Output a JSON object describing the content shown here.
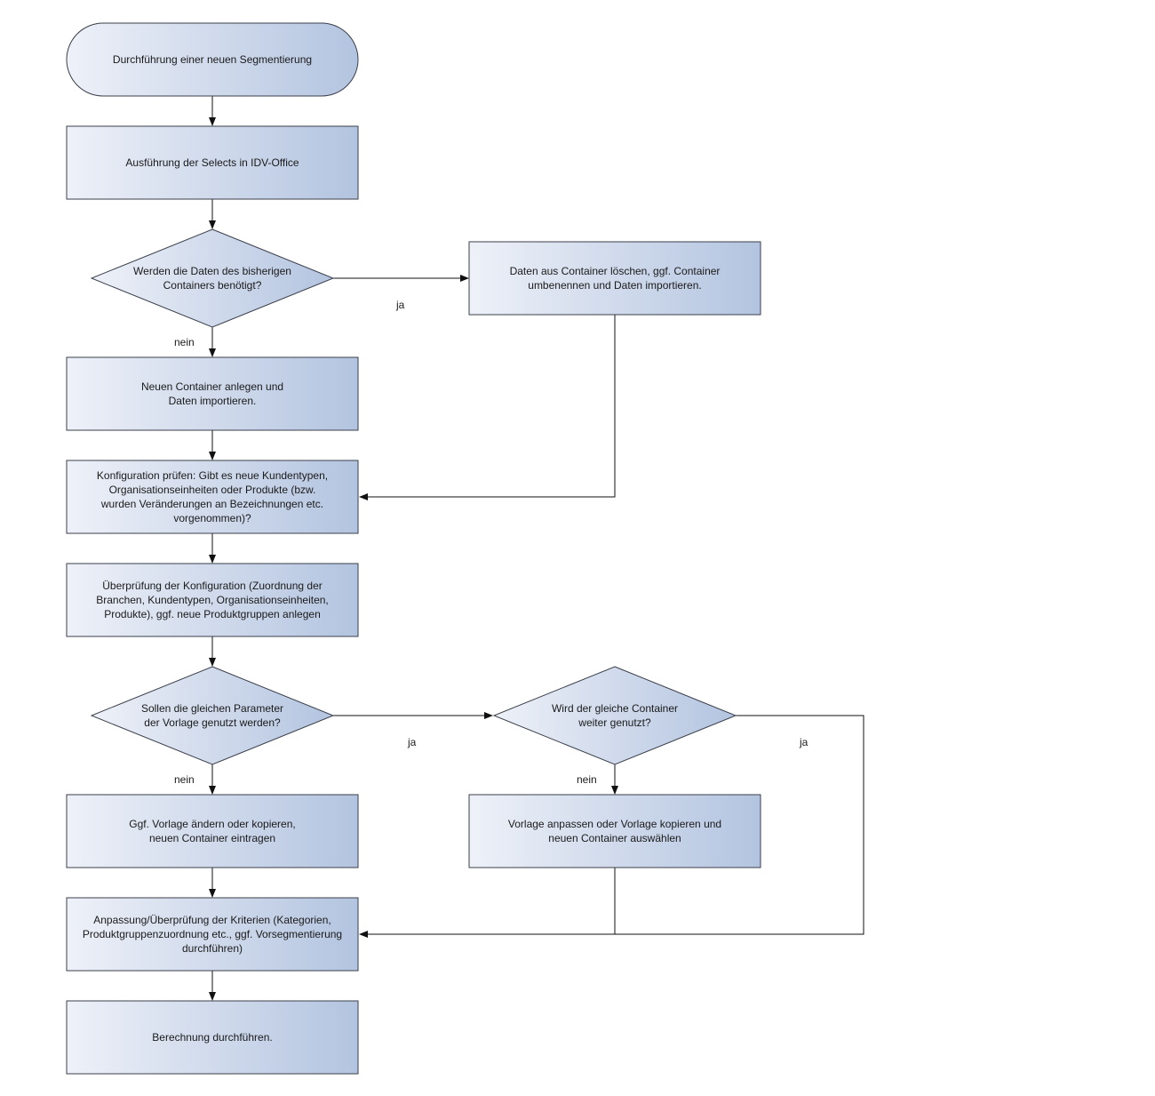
{
  "flowchart": {
    "start": {
      "lines": [
        "Durchführung einer neuen Segmentierung"
      ]
    },
    "selects": {
      "lines": [
        "Ausführung der Selects in IDV-Office"
      ]
    },
    "decision_data_needed": {
      "lines": [
        "Werden die Daten des bisherigen",
        "Containers benötigt?"
      ]
    },
    "delete_data": {
      "lines": [
        "Daten aus Container löschen, ggf. Container",
        "umbenennen und Daten importieren."
      ]
    },
    "new_container": {
      "lines": [
        "Neuen Container anlegen und",
        "Daten importieren."
      ]
    },
    "check_config": {
      "lines": [
        "Konfiguration prüfen: Gibt es neue Kundentypen,",
        "Organisationseinheiten oder Produkte (bzw.",
        "wurden Veränderungen an Bezeichnungen etc.",
        "vorgenommen)?"
      ]
    },
    "review_config": {
      "lines": [
        "Überprüfung der Konfiguration (Zuordnung der",
        "Branchen, Kundentypen, Organisationseinheiten,",
        "Produkte), ggf. neue Produktgruppen anlegen"
      ]
    },
    "decision_same_params": {
      "lines": [
        "Sollen die gleichen Parameter",
        "der Vorlage genutzt werden?"
      ]
    },
    "decision_same_container": {
      "lines": [
        "Wird der gleiche Container",
        "weiter genutzt?"
      ]
    },
    "change_template": {
      "lines": [
        "Ggf. Vorlage ändern oder kopieren,",
        "neuen Container eintragen"
      ]
    },
    "adjust_template": {
      "lines": [
        "Vorlage anpassen oder Vorlage kopieren und",
        "neuen Container auswählen"
      ]
    },
    "adjust_criteria": {
      "lines": [
        "Anpassung/Überprüfung der Kriterien (Kategorien,",
        "Produktgruppenzuordnung etc., ggf. Vorsegmentierung",
        "durchführen)"
      ]
    },
    "calculate": {
      "lines": [
        "Berechnung durchführen."
      ]
    }
  },
  "edge_labels": {
    "yes_1": "ja",
    "no_1": "nein",
    "yes_2": "ja",
    "no_2": "nein",
    "yes_3": "ja",
    "no_3": "nein"
  },
  "colors": {
    "fill_light": "#eef1f8",
    "fill_dark": "#b3c4e0",
    "stroke": "#3a3f4a"
  }
}
